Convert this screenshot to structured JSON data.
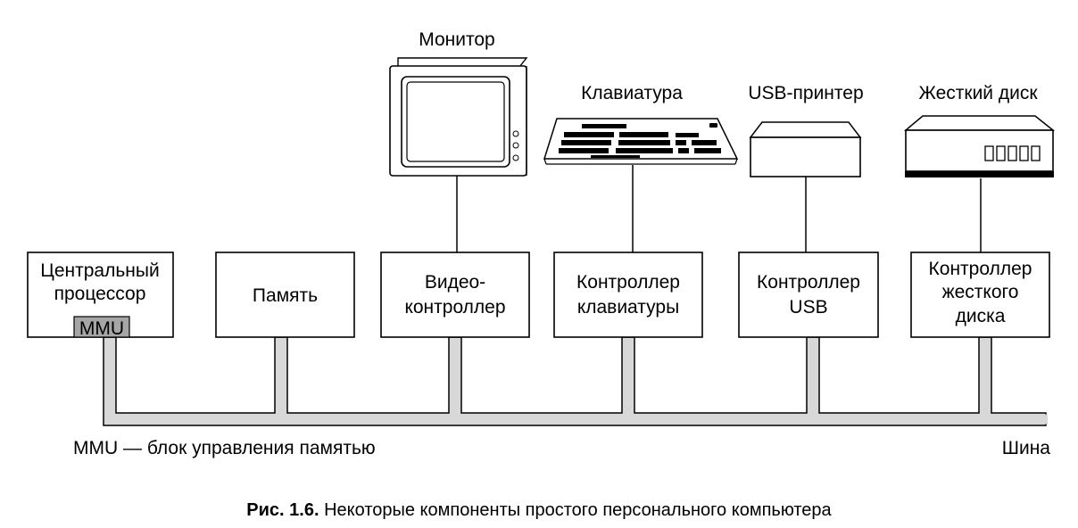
{
  "components": [
    {
      "id": "cpu",
      "lines": [
        "Центральный",
        "процессор"
      ]
    },
    {
      "id": "mem",
      "lines": [
        "Память"
      ]
    },
    {
      "id": "video",
      "lines": [
        "Видео-",
        "контроллер"
      ]
    },
    {
      "id": "kbdc",
      "lines": [
        "Контроллер",
        "клавиатуры"
      ]
    },
    {
      "id": "usbc",
      "lines": [
        "Контроллер",
        "USB"
      ]
    },
    {
      "id": "hddc",
      "lines": [
        "Контроллер",
        "жесткого",
        "диска"
      ]
    }
  ],
  "mmu_label": "MMU",
  "devices": {
    "monitor": "Монитор",
    "keyboard": "Клавиатура",
    "printer": "USB-принтер",
    "disk": "Жесткий диск"
  },
  "bus_label": "Шина",
  "legend": "MMU — блок управления памятью",
  "caption": {
    "prefix": "Рис. 1.6.",
    "text": "Некоторые компоненты простого персонального компьютера"
  },
  "colors": {
    "bus_fill": "#d8d8d8",
    "mmu_fill": "#a6a6a6",
    "line": "#000000"
  }
}
